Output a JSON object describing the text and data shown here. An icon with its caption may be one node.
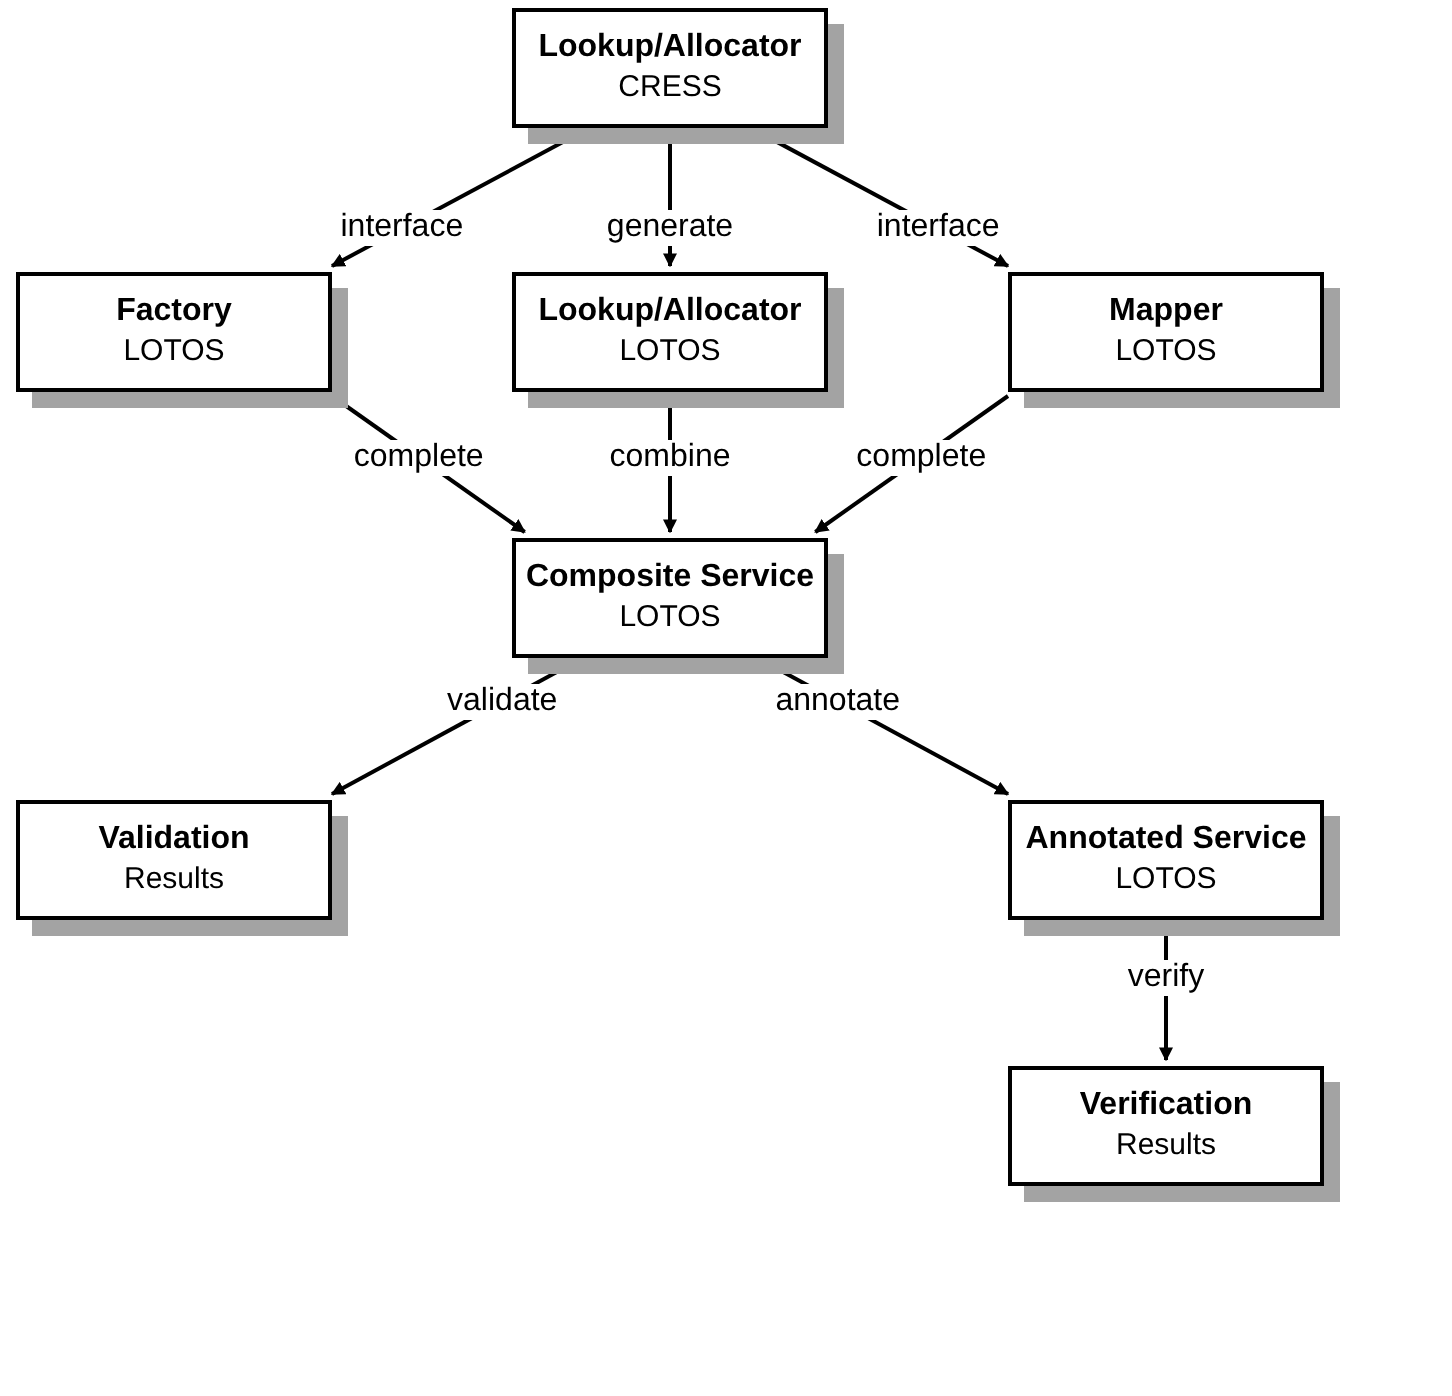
{
  "diagram": {
    "nodes": [
      {
        "text": [
          "Lookup/Allocator",
          "CRESS"
        ]
      },
      {
        "text": [
          "Factory",
          "LOTOS"
        ]
      },
      {
        "text": [
          "Lookup/Allocator",
          "LOTOS"
        ]
      },
      {
        "text": [
          "Mapper",
          "LOTOS"
        ]
      },
      {
        "text": [
          "Composite Service",
          "LOTOS"
        ]
      },
      {
        "text": [
          "Validation",
          "Results"
        ]
      },
      {
        "text": [
          "Annotated Service",
          "LOTOS"
        ]
      },
      {
        "text": [
          "Verification",
          "Results"
        ]
      }
    ],
    "edges": [
      {
        "from": 0,
        "to": 1,
        "arrow": "to",
        "label": "interface"
      },
      {
        "from": 0,
        "to": 2,
        "arrow": "to",
        "label": "generate"
      },
      {
        "from": 0,
        "to": 3,
        "arrow": "to",
        "label": "interface"
      },
      {
        "from": 1,
        "to": 4,
        "arrow": "to",
        "label": "complete"
      },
      {
        "from": 2,
        "to": 4,
        "arrow": "to",
        "label": "combine"
      },
      {
        "from": 3,
        "to": 4,
        "arrow": "to",
        "label": "complete"
      },
      {
        "from": 4,
        "to": 5,
        "arrow": "to",
        "label": "validate"
      },
      {
        "from": 4,
        "to": 6,
        "arrow": "to",
        "label": "annotate"
      },
      {
        "from": 6,
        "to": 7,
        "arrow": "to",
        "label": "verify"
      }
    ]
  }
}
